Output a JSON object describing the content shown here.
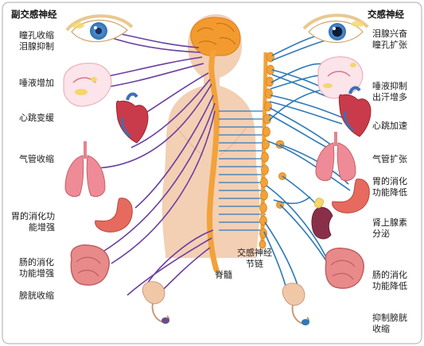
{
  "headers": {
    "parasympathetic": "副交感神经",
    "sympathetic": "交感神经"
  },
  "left_labels": [
    "瞳孔收缩\n泪腺抑制",
    "唾液增加",
    "心跳变缓",
    "气管收缩",
    "胃的消化功\n能增强",
    "肠的消化\n功能增强",
    "膀胱收缩"
  ],
  "right_labels": [
    "泪腺兴奋\n瞳孔扩张",
    "唾液抑制\n出汗增多",
    "心跳加速",
    "气管扩张",
    "胃的消化\n功能降低",
    "肾上腺素\n分泌",
    "肠的消化\n功能降低",
    "抑制膀胱\n收缩"
  ],
  "center_labels": {
    "spinal_cord": "脊髓",
    "chain": "交感神经\n节链"
  },
  "colors": {
    "parasympathetic": "#6a3fa0",
    "sympathetic": "#2e7ab8",
    "spine": "#f2a23a",
    "body": "#f3cfb4"
  }
}
